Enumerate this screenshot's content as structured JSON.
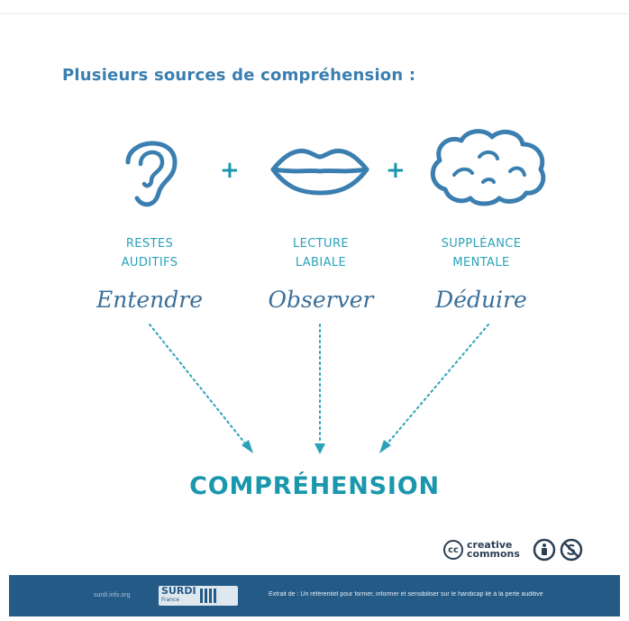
{
  "heading": "Plusieurs sources de compréhension :",
  "sources": [
    {
      "icon": "ear-icon",
      "label_line1": "RESTES",
      "label_line2": "AUDITIFS",
      "verb": "Entendre"
    },
    {
      "icon": "lips-icon",
      "label_line1": "LECTURE",
      "label_line2": "LABIALE",
      "verb": "Observer"
    },
    {
      "icon": "brain-icon",
      "label_line1": "SUPPLÉANCE",
      "label_line2": "MENTALE",
      "verb": "Déduire"
    }
  ],
  "operators": [
    "+",
    "+"
  ],
  "result": "COMPRÉHENSION",
  "license": {
    "circle": "cc",
    "line1": "creative",
    "line2": "commons",
    "icons": [
      "attribution-icon",
      "noncommercial-icon"
    ]
  },
  "footer": {
    "left_text": "surdi.info.org",
    "logo_main": "SURDI",
    "logo_sub": "France",
    "right_text": "Extrait de : Un référentiel pour former, informer et sensibiliser sur le handicap lié à la perte auditive"
  },
  "colors": {
    "accent_teal": "#1a97ad",
    "heading_blue": "#3b7fb0",
    "footer_blue": "#245a86"
  }
}
